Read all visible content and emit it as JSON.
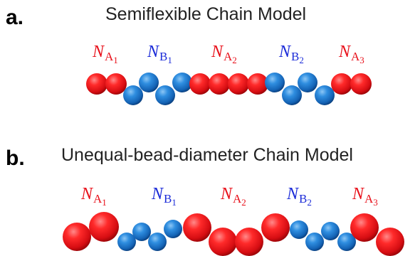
{
  "colors": {
    "A": "#e8111b",
    "B": "#1a73c9",
    "A_text": "#e8111b",
    "B_text": "#1b2bd8"
  },
  "panel_a": {
    "label": "a.",
    "title": "Semiflexible Chain Model",
    "segments": [
      {
        "main": "N",
        "sub": "A",
        "subsub": "1",
        "type": "A"
      },
      {
        "main": "N",
        "sub": "B",
        "subsub": "1",
        "type": "B"
      },
      {
        "main": "N",
        "sub": "A",
        "subsub": "2",
        "type": "A"
      },
      {
        "main": "N",
        "sub": "B",
        "subsub": "2",
        "type": "B"
      },
      {
        "main": "N",
        "sub": "A",
        "subsub": "3",
        "type": "A"
      }
    ]
  },
  "panel_b": {
    "label": "b.",
    "title": "Unequal-bead-diameter Chain Model",
    "segments": [
      {
        "main": "N",
        "sub": "A",
        "subsub": "1",
        "type": "A"
      },
      {
        "main": "N",
        "sub": "B",
        "subsub": "1",
        "type": "B"
      },
      {
        "main": "N",
        "sub": "A",
        "subsub": "2",
        "type": "A"
      },
      {
        "main": "N",
        "sub": "B",
        "subsub": "2",
        "type": "B"
      },
      {
        "main": "N",
        "sub": "A",
        "subsub": "3",
        "type": "A"
      }
    ]
  }
}
